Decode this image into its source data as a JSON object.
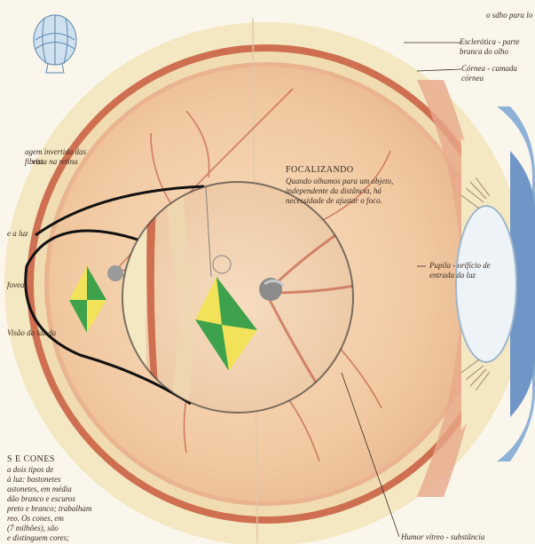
{
  "labels": {
    "top_right": "o sdho para lo",
    "sclera": "Esclerótica - parte branca do olho",
    "cornea": "Córnea - camada córnea",
    "pupil": "Pupila - orifício de entrada da luz",
    "vitreous": "Humor vítreo - substância",
    "focus_title": "FOCALIZANDO",
    "focus_text_1": "Quando olhamos para um objeto,",
    "focus_text_2": "independente da distância, há",
    "focus_text_3": "necessidade de ajustar o foco.",
    "rods_cones_title": "S E CONES",
    "rods_cones_1": "a dois tipos de",
    "rods_cones_2": "à luz: bastonetes",
    "rods_cones_3": "astonetes, em média",
    "rods_cones_4": "dão branco e escuros",
    "rods_cones_5": "preto e branco; trabalham",
    "rods_cones_6": "reo. Os cones, em",
    "rods_cones_7": "(7 milhões), são",
    "rods_cones_8": "e distinguem cores;",
    "left_1": "agem invertida das fibras",
    "left_2": "vista na retina",
    "left_3": "e a luz",
    "left_4": "fovea",
    "left_5": "Visão da luz da"
  },
  "colors": {
    "background": "#ffffff",
    "sclera": "#f2e7be",
    "choroid": "#cc6a50",
    "retina": "#f0c9a4",
    "inner": "#f5d7b5",
    "lens": "#e6eef5",
    "iris": "#8fb1d6",
    "magnifier_ring": "#111111",
    "green": "#3da24b",
    "yellow": "#f1e25a"
  },
  "icons": {
    "head_figure": "head-wireframe-icon"
  }
}
